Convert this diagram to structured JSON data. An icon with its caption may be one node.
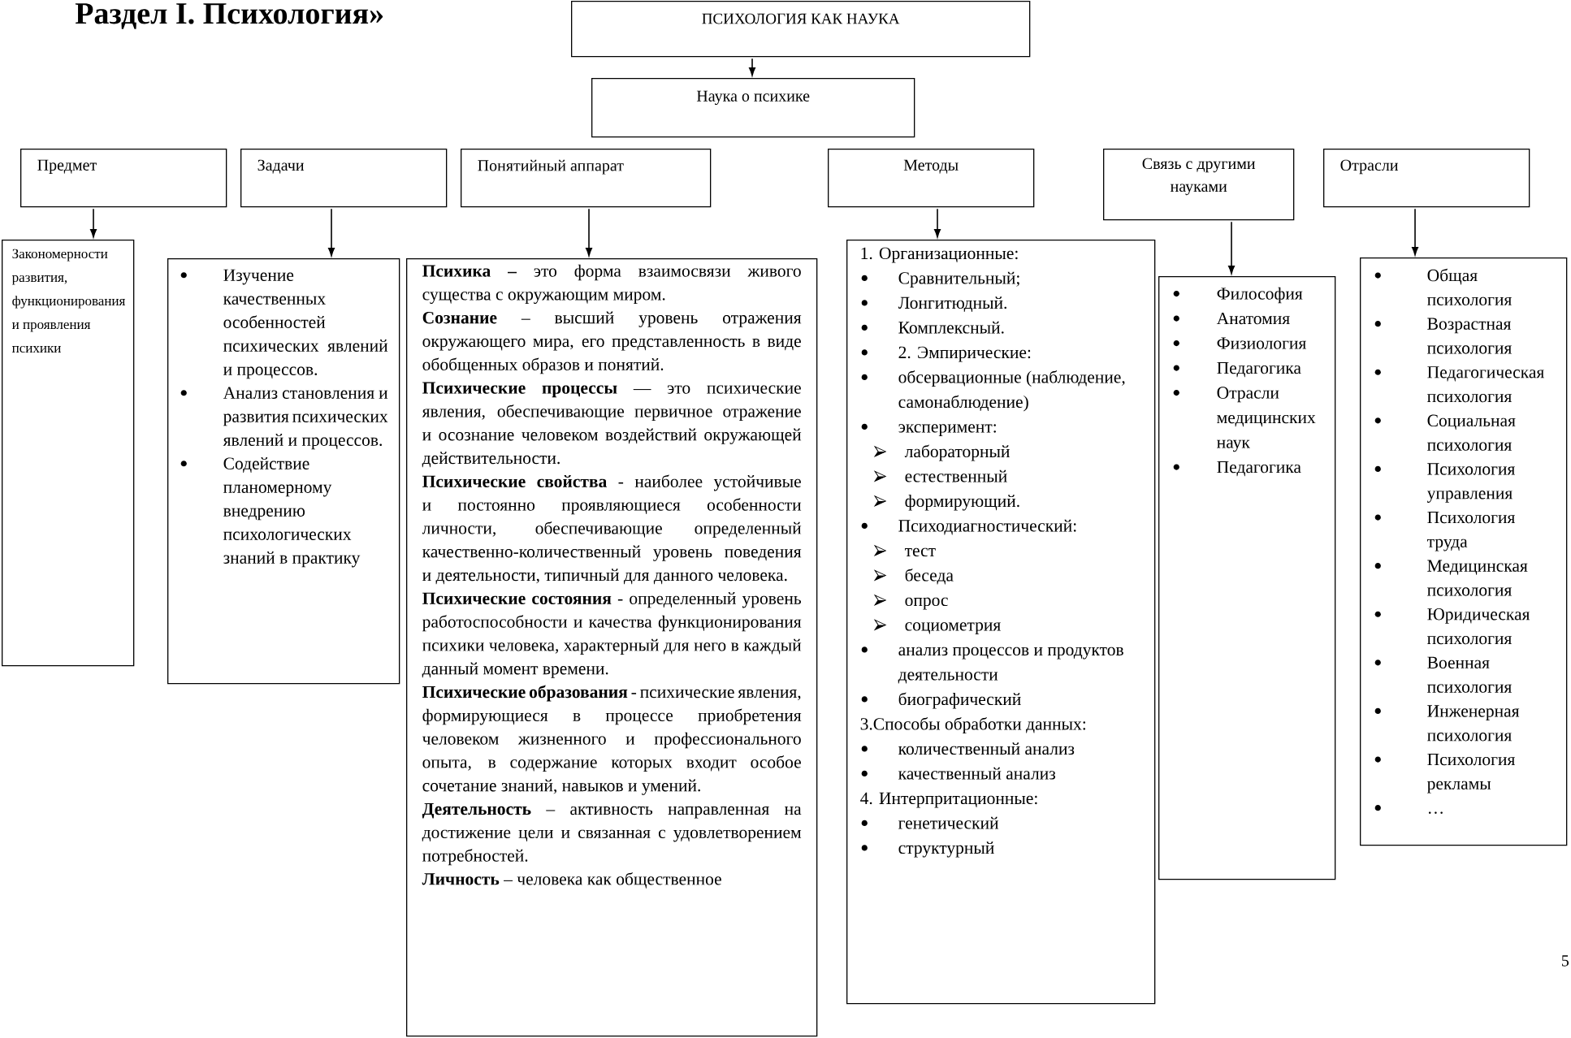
{
  "diagram": {
    "title": "Раздел I. Психология»",
    "nodes": [
      {
        "text": [
          "ПСИХОЛОГИЯ КАК НАУКА"
        ]
      },
      {
        "text": [
          "Наука о психике"
        ]
      },
      {
        "text": [
          "Предмет"
        ]
      },
      {
        "text": [
          "Задачи"
        ]
      },
      {
        "text": [
          "Понятийный аппарат"
        ]
      },
      {
        "text": [
          "Методы"
        ]
      },
      {
        "text": [
          "Связь с другими науками"
        ]
      },
      {
        "text": [
          "Отрасли"
        ]
      },
      {
        "text": [
          "Закономерности развития, функционирования и проявления психики"
        ]
      },
      {
        "text": [
          "Изучение качественных особенностей психических явлений и процессов.",
          "Анализ становления и развития психических явлений и процессов.",
          "Содействие планомерному внедрению психологических знаний в практику"
        ]
      },
      {
        "text": [
          "**Психика –** это форма взаимосвязи живого существа с окружающим миром.",
          "**Сознание** – высший уровень отражения окружающего мира, его представленность в виде обобщенных образов и понятий.",
          "**Психические процессы** — это психические явления, обеспечивающие первичное отражение и осознание человеком воздействий окружающей действительности.",
          "**Психические свойства** - наиболее устойчивые и постоянно проявляющиеся особенности личности, обеспечивающие определенный качественно-количественный уровень поведения и деятельности, типичный для данного человека.",
          "**Психические состояния** - определенный уровень работоспособности и качества функционирования психики человека, характерный для него в каждый данный момент времени.",
          "**Психические образования** - психические явления, формирующиеся в процессе приобретения человеком жизненного и профессионального опыта, в содержание которых входит особое сочетание знаний, навыков и умений.",
          "**Деятельность** – активность направленная на достижение цели и связанная с удовлетворением потребностей.",
          "**Личность** – человека как общественное"
        ]
      },
      {
        "text": [
          "1. Организационные:",
          "Сравнительный;",
          "Лонгитюдный.",
          "Комплексный.",
          "2. Эмпирические:",
          "обсервационные (наблюдение, самонаблюдение)",
          "эксперимент:",
          "лабораторный",
          "естественный",
          "формирующий.",
          "Психодиагностический:",
          "тест",
          "беседа",
          "опрос",
          "социометрия",
          "анализ процессов и продуктов деятельности",
          "биографический",
          "3.Способы обработки данных:",
          "количественный анализ",
          "качественный анализ",
          "4. Интерпритационные:",
          "генетический",
          "структурный"
        ]
      },
      {
        "text": [
          "Философия",
          "Анатомия",
          "Физиология",
          "Педагогика",
          "Отрасли медицинских наук",
          "Педагогика"
        ]
      },
      {
        "text": [
          "Общая психология",
          "Возрастная психология",
          "Педагогическая психология",
          "Социальная психология",
          "Психология управления",
          "Психология труда",
          "Медицинская психология",
          "Юридическая психология",
          "Военная психология",
          "Инженерная психология",
          "Психология рекламы",
          "…"
        ]
      }
    ],
    "edges": [
      {
        "from": 0,
        "to": 1,
        "arrow": "to"
      },
      {
        "from": 2,
        "to": 8,
        "arrow": "to"
      },
      {
        "from": 3,
        "to": 9,
        "arrow": "to"
      },
      {
        "from": 4,
        "to": 10,
        "arrow": "to"
      },
      {
        "from": 5,
        "to": 11,
        "arrow": "to"
      },
      {
        "from": 6,
        "to": 12,
        "arrow": "to"
      },
      {
        "from": 7,
        "to": 13,
        "arrow": "to"
      }
    ],
    "labels": [
      "5"
    ]
  }
}
